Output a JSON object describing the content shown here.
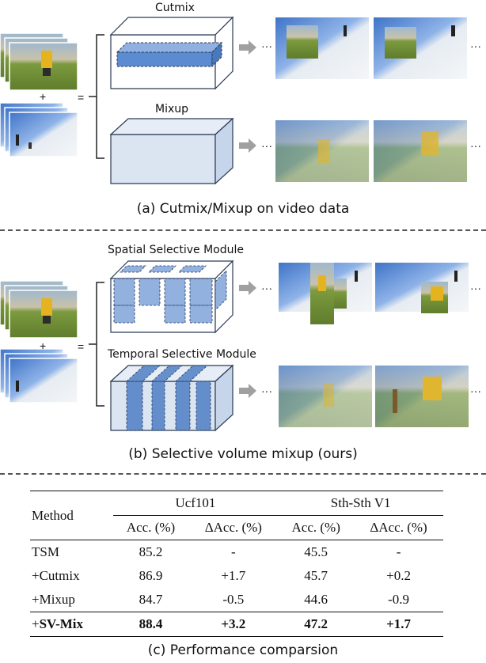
{
  "panel_a": {
    "cutmix_label": "Cutmix",
    "mixup_label": "Mixup",
    "plus": "+",
    "equals": "=",
    "ellipsis": "···",
    "caption": "(a) Cutmix/Mixup on video data"
  },
  "panel_b": {
    "spatial_label": "Spatial Selective Module",
    "temporal_label": "Temporal Selective Module",
    "plus": "+",
    "equals": "=",
    "ellipsis": "···",
    "caption": "(b) Selective volume mixup (ours)"
  },
  "panel_c": {
    "caption": "(c) Performance comparsion",
    "table": {
      "method_header": "Method",
      "group_headers": [
        "Ucf101",
        "Sth-Sth V1"
      ],
      "sub_headers": [
        "Acc. (%)",
        "ΔAcc. (%)",
        "Acc. (%)",
        "ΔAcc. (%)"
      ],
      "rows": [
        {
          "method": "TSM",
          "cells": [
            "85.2",
            "-",
            "45.5",
            "-"
          ]
        },
        {
          "method": "+Cutmix",
          "cells": [
            "86.9",
            "+1.7",
            "45.7",
            "+0.2"
          ]
        },
        {
          "method": "+Mixup",
          "cells": [
            "84.7",
            "-0.5",
            "44.6",
            "-0.9"
          ]
        },
        {
          "method_prefix": "+",
          "method": "SV-Mix",
          "cells": [
            "88.4",
            "+3.2",
            "47.2",
            "+1.7"
          ]
        }
      ]
    }
  },
  "colors": {
    "cube_blue": "#dbe5f2",
    "cube_edge": "#2b3b55",
    "slab_blue": "#4f7fc4",
    "arrow_gray": "#a0a0a0"
  }
}
